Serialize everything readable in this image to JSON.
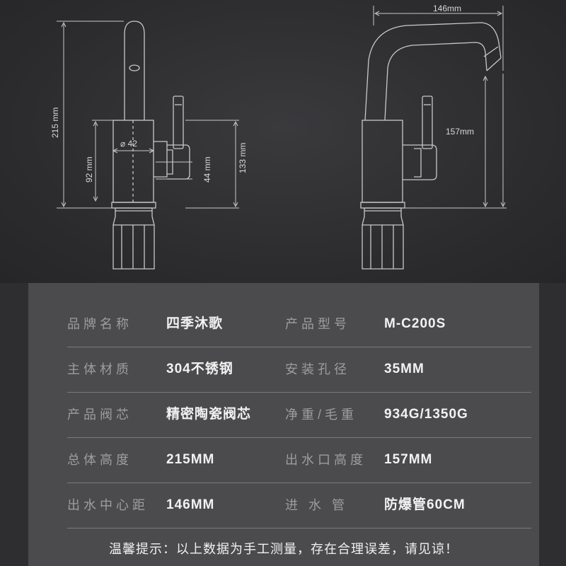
{
  "dimensions": {
    "width_top": "146mm",
    "total_height": "215 mm",
    "body_height": "92 mm",
    "diameter": "⌀ 42",
    "handle_height": "44 mm",
    "lever_height": "133 mm",
    "spout_height": "157mm"
  },
  "specs": {
    "rows": [
      {
        "label1": "品牌名称",
        "value1": "四季沐歌",
        "label2": "产品型号",
        "value2": "M-C200S"
      },
      {
        "label1": "主体材质",
        "value1": "304不锈钢",
        "label2": "安装孔径",
        "value2": "35MM"
      },
      {
        "label1": "产品阀芯",
        "value1": "精密陶瓷阀芯",
        "label2": "净重/毛重",
        "value2": "934G/1350G"
      },
      {
        "label1": "总体高度",
        "value1": "215MM",
        "label2": "出水口高度",
        "value2": "157MM"
      },
      {
        "label1": "出水中心距",
        "value1": "146MM",
        "label2": "进 水 管",
        "value2": "防爆管60CM"
      }
    ],
    "notice": "温馨提示：以上数据为手工测量，存在合理误差，请见谅！"
  },
  "colors": {
    "background": "#2e2e30",
    "panel": "#4b4b4d",
    "line": "#c8c8c8",
    "label": "#9d9d9f",
    "value": "#f2f2f2"
  }
}
